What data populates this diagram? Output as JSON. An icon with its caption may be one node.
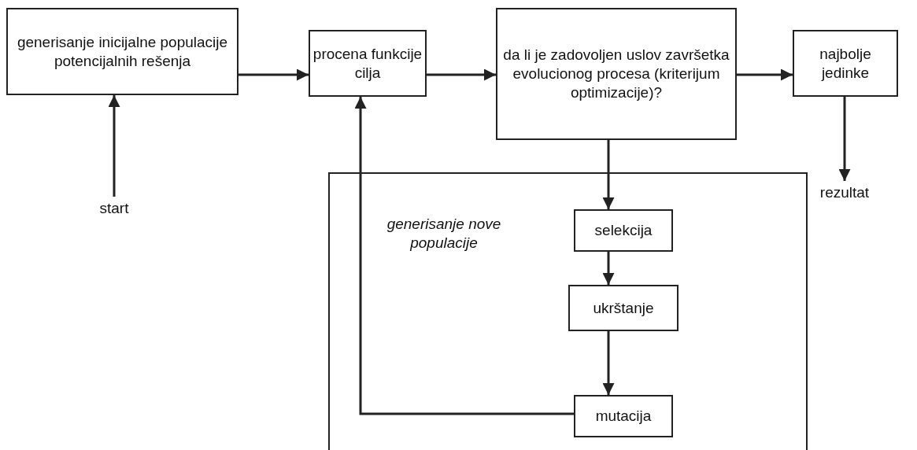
{
  "diagram": {
    "nodes": [
      {
        "text": [
          "generisanje inicijalne populacije potencijalnih rešenja"
        ]
      },
      {
        "text": [
          "procena funkcije cilja"
        ]
      },
      {
        "text": [
          "da li je zadovoljen uslov završetka evolucionog procesa (kriterijum optimizacije)?"
        ]
      },
      {
        "text": [
          "najbolje jedinke"
        ]
      },
      {
        "text": [
          "start"
        ]
      },
      {
        "text": [
          "rezultat"
        ]
      },
      {
        "text": [
          "generisanje nove populacije"
        ]
      },
      {
        "text": [
          "selekcija"
        ],
        "in": 6
      },
      {
        "text": [
          "ukrštanje"
        ],
        "in": 6
      },
      {
        "text": [
          "mutacija"
        ],
        "in": 6
      }
    ],
    "edges": [
      {
        "from": 0,
        "to": 1,
        "arrow": "to"
      },
      {
        "from": 1,
        "to": 2,
        "arrow": "to"
      },
      {
        "from": 2,
        "to": 3,
        "arrow": "to"
      },
      {
        "from": 3,
        "to": 5,
        "arrow": "to"
      },
      {
        "from": 4,
        "to": 0,
        "arrow": "to"
      },
      {
        "from": 2,
        "to": 7,
        "arrow": "to"
      },
      {
        "from": 7,
        "to": 8,
        "arrow": "to"
      },
      {
        "from": 8,
        "to": 9,
        "arrow": "to"
      },
      {
        "from": 9,
        "to": 1,
        "arrow": "to"
      }
    ]
  }
}
